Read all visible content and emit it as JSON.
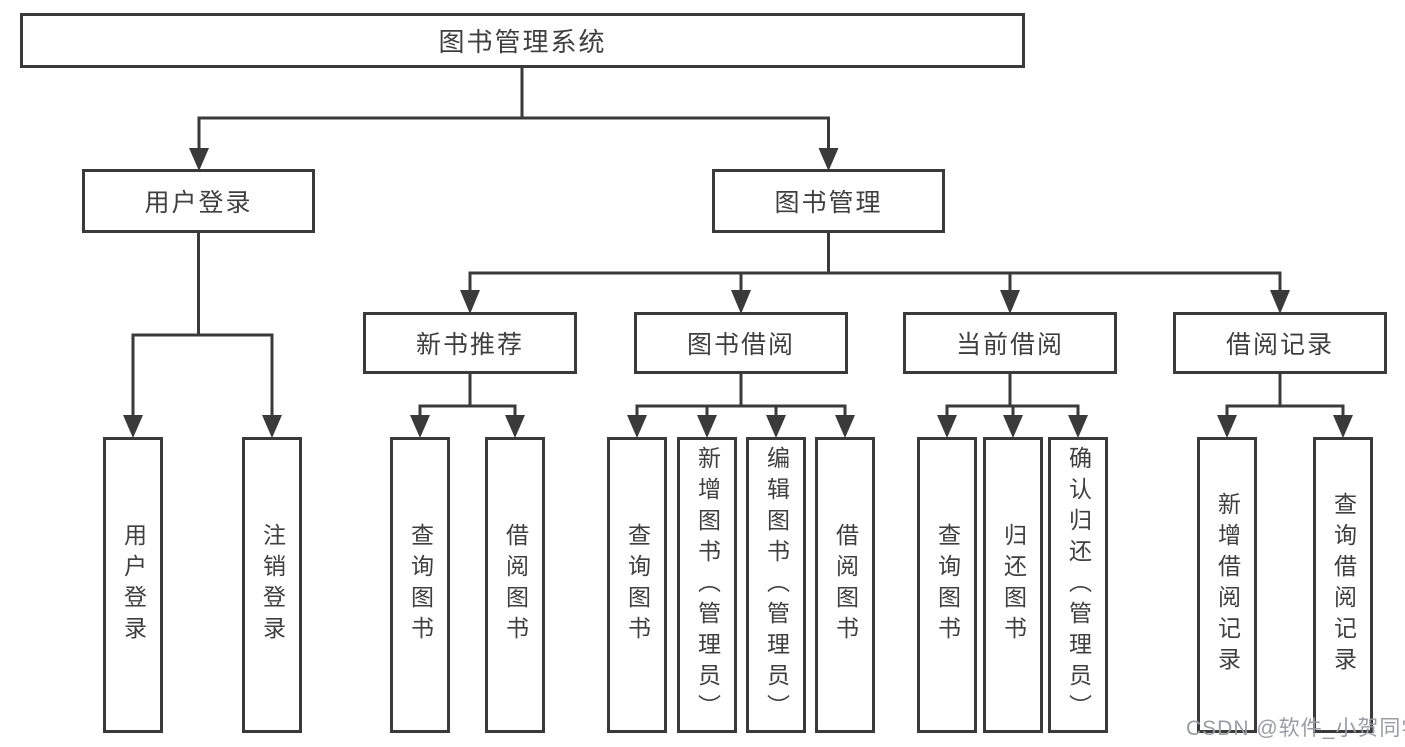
{
  "diagram": {
    "root": {
      "label": "图书管理系统"
    },
    "branches": [
      {
        "label": "用户登录",
        "children": [
          {
            "label": "用户登录"
          },
          {
            "label": "注销登录"
          }
        ]
      },
      {
        "label": "图书管理",
        "children": [
          {
            "label": "新书推荐",
            "children": [
              {
                "label": "查询图书"
              },
              {
                "label": "借阅图书"
              }
            ]
          },
          {
            "label": "图书借阅",
            "children": [
              {
                "label": "查询图书"
              },
              {
                "label": "新增图书（管理员）"
              },
              {
                "label": "编辑图书（管理员）"
              },
              {
                "label": "借阅图书"
              }
            ]
          },
          {
            "label": "当前借阅",
            "children": [
              {
                "label": "查询图书"
              },
              {
                "label": "归还图书"
              },
              {
                "label": "确认归还（管理员）"
              }
            ]
          },
          {
            "label": "借阅记录",
            "children": [
              {
                "label": "新增借阅记录"
              },
              {
                "label": "查询借阅记录"
              }
            ]
          }
        ]
      }
    ]
  },
  "watermark": {
    "text": "CSDN @软件_小贺同学"
  },
  "colors": {
    "line": "#3a3a3a",
    "text": "#3f3f3f",
    "background": "#ffffff",
    "watermark": "#9a9ca4"
  }
}
